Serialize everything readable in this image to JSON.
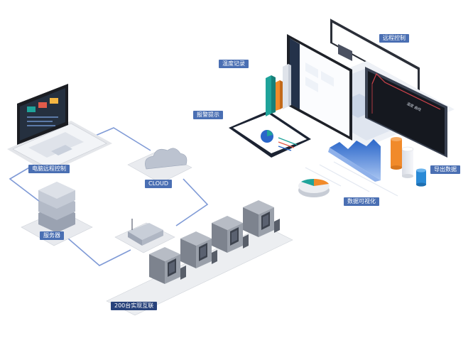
{
  "labels": {
    "remote_control": "远程控制",
    "temp_record": "温度记录",
    "alarm_prompt": "报警提示",
    "export_data": "导出数据",
    "data_visual": "数据可视化",
    "pc_remote": "电脑远程控制",
    "cloud": "CLOUD",
    "server": "服务器",
    "interconnect": "200台实现互联"
  },
  "screen_text": {
    "monitor_caption": "温度 曲线"
  },
  "colors": {
    "accent": "#4a6fb3",
    "line": "#7f9ad6",
    "teal": "#1fa39a",
    "orange": "#f18a2a",
    "blue": "#2a66c9",
    "pale": "#e7edf8"
  }
}
